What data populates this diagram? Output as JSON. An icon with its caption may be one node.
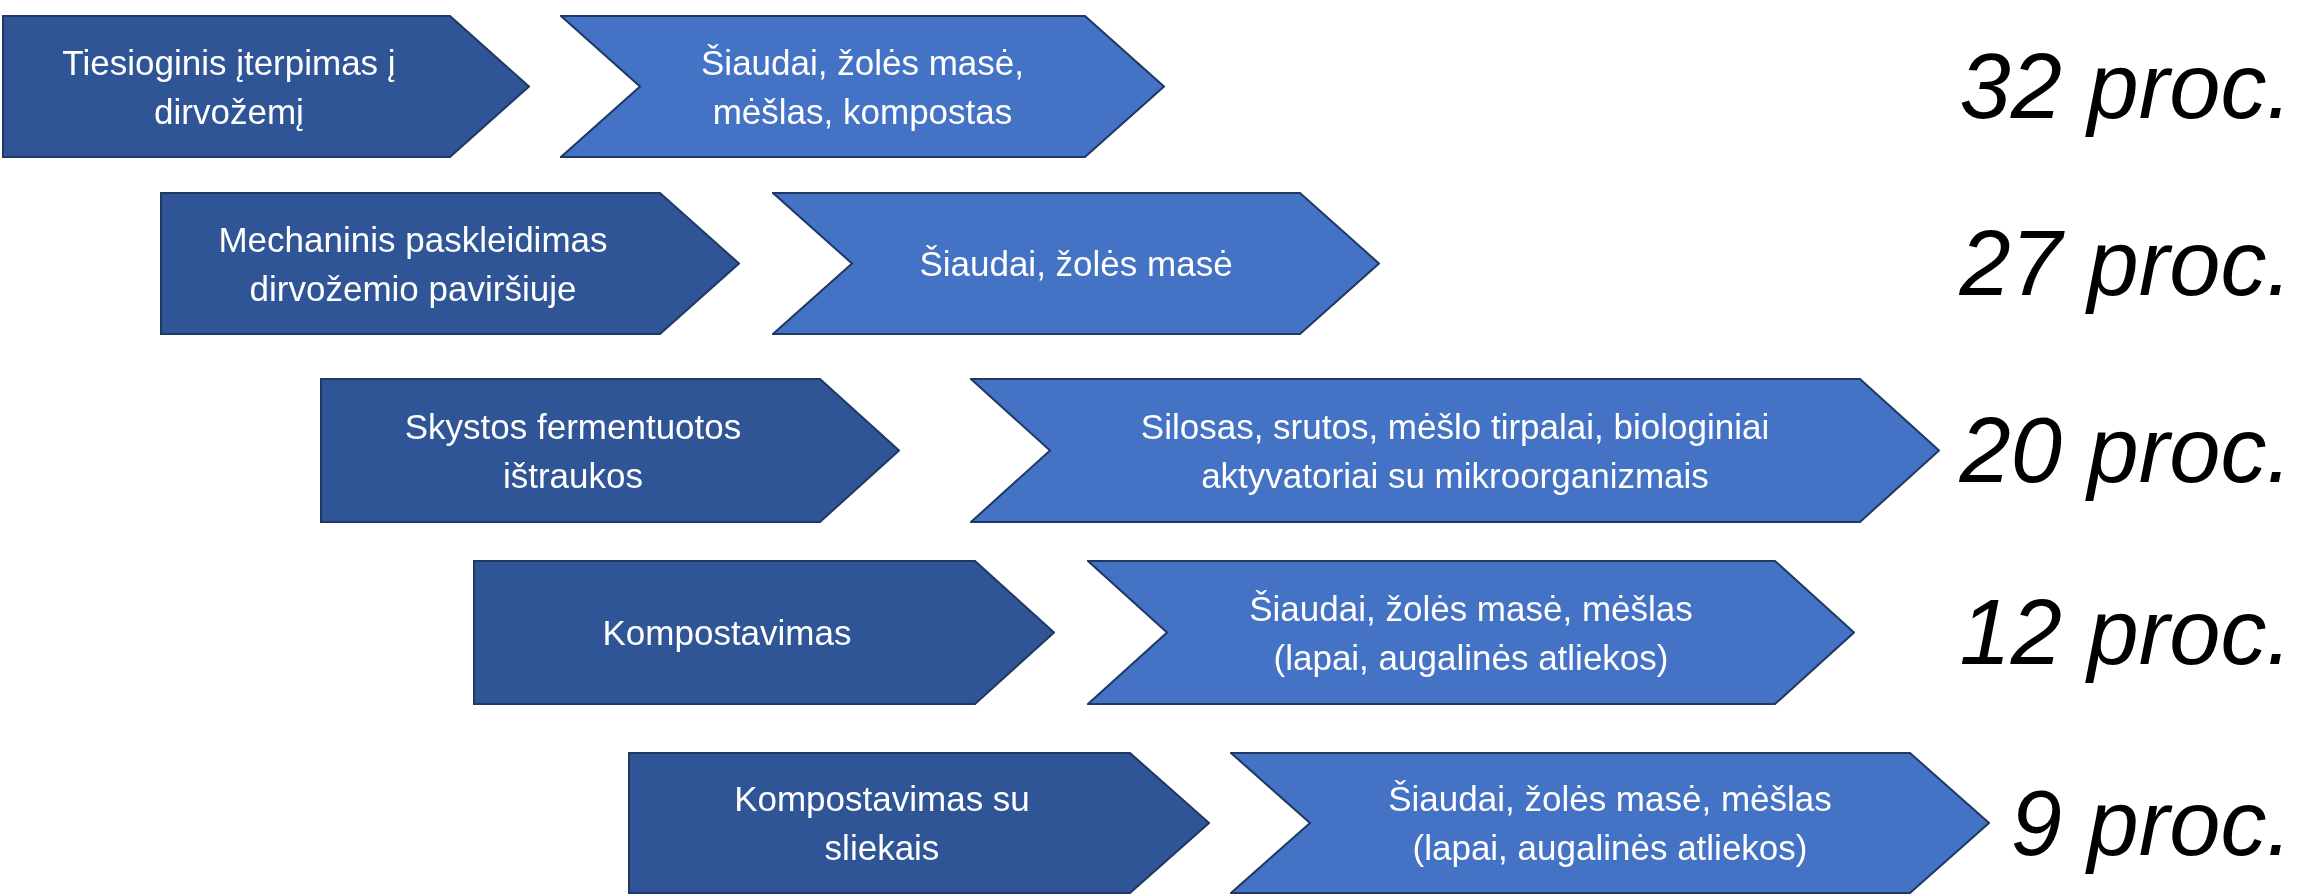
{
  "diagram": {
    "nodes": [
      {
        "text": [
          "Tiesioginis įterpimas į dirvožemį"
        ]
      },
      {
        "text": [
          "Šiaudai, žolės masė, mėšlas, kompostas"
        ]
      },
      {
        "text": [
          "Mechaninis paskleidimas dirvožemio paviršiuje"
        ]
      },
      {
        "text": [
          "Šiaudai, žolės masė"
        ]
      },
      {
        "text": [
          "Skystos fermentuotos ištraukos"
        ]
      },
      {
        "text": [
          "Silosas, srutos, mėšlo tirpalai, biologiniai aktyvatoriai su mikroorganizmais"
        ]
      },
      {
        "text": [
          "Kompostavimas"
        ]
      },
      {
        "text": [
          "Šiaudai, žolės masė, mėšlas (lapai, augalinės atliekos)"
        ]
      },
      {
        "text": [
          "Kompostavimas su sliekais"
        ]
      },
      {
        "text": [
          "Šiaudai, žolės masė, mėšlas (lapai, augalinės atliekos)"
        ]
      }
    ],
    "labels": [
      "32 proc.",
      "27 proc.",
      "20 proc.",
      "12 proc.",
      "9 proc."
    ]
  }
}
